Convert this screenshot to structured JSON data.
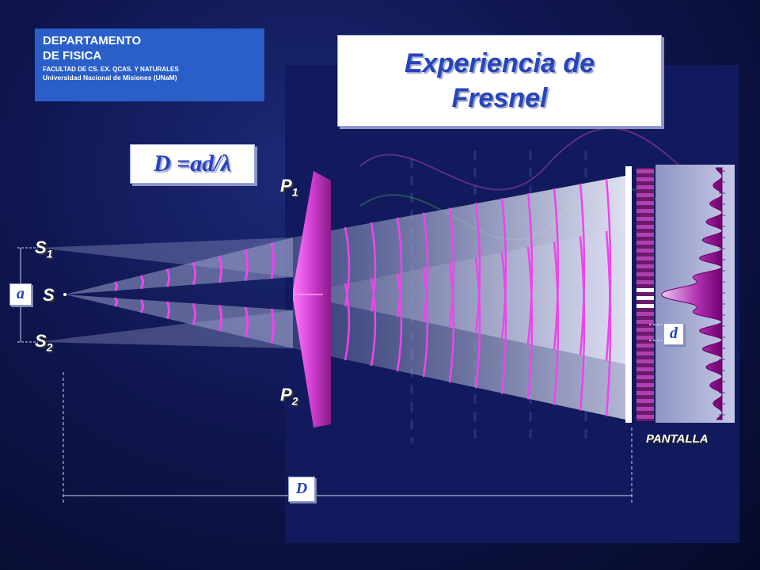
{
  "department": {
    "line1": "DEPARTAMENTO",
    "line2": "DE FISICA",
    "line3": "FACULTAD DE CS. EX. QCAS. Y NATURALES",
    "line4": "Universidad Nacional de Misiones (UNaM)"
  },
  "title": "Experiencia de\nFresnel",
  "formula": "D =ad/λ",
  "labels": {
    "p1": "P",
    "p1_sub": "1",
    "p2": "P",
    "p2_sub": "2",
    "s1": "S",
    "s1_sub": "1",
    "s2": "S",
    "s2_sub": "2",
    "s": "S",
    "a": "a",
    "d": "d",
    "D": "D",
    "screen": "PANTALLA"
  },
  "colors": {
    "box_blue": "#2a5fc9",
    "title_text": "#2745b8",
    "fringe_magenta": "#e040e0",
    "biprism": "#c030c0"
  }
}
